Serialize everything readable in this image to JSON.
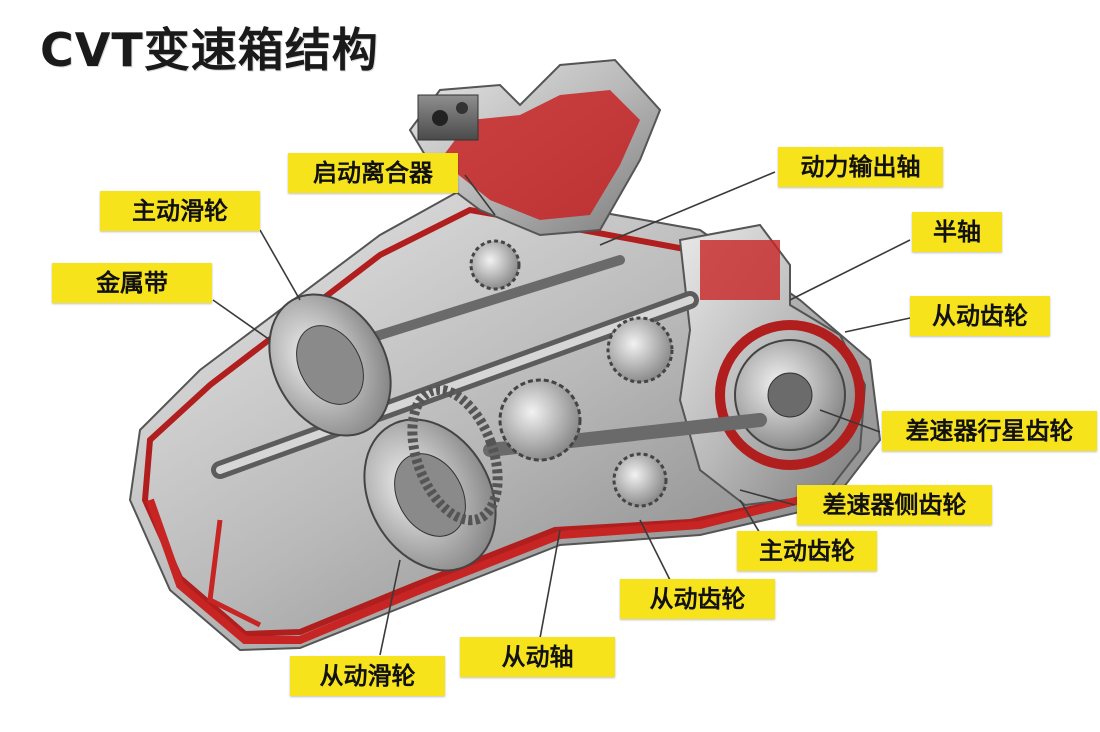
{
  "title": "CVT变速箱结构",
  "label_color": "#f7e31c",
  "labels": {
    "start_clutch": "启动离合器",
    "drive_pulley": "主动滑轮",
    "metal_belt": "金属带",
    "power_output_shaft": "动力输出轴",
    "half_shaft": "半轴",
    "driven_gear_top": "从动齿轮",
    "diff_planetary_gear": "差速器行星齿轮",
    "diff_side_gear": "差速器侧齿轮",
    "drive_gear": "主动齿轮",
    "driven_gear_bottom": "从动齿轮",
    "driven_shaft": "从动轴",
    "driven_pulley": "从动滑轮"
  }
}
